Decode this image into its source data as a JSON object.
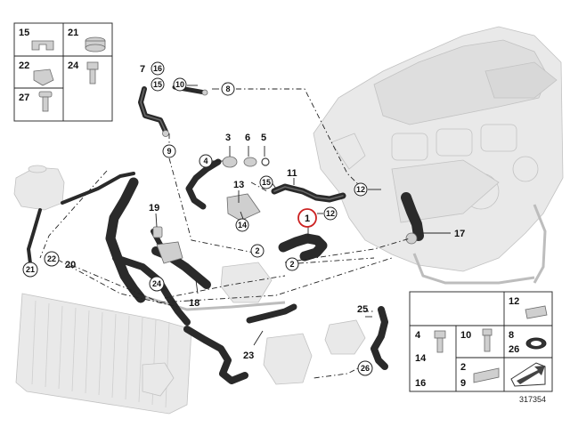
{
  "figure_number": "317354",
  "callouts": {
    "c1": "1",
    "c2a": "2",
    "c2b": "2",
    "c3": "3",
    "c4a": "4",
    "c5": "5",
    "c6": "6",
    "c7": "7",
    "c8a": "8",
    "c9a": "9",
    "c10a": "10",
    "c11": "11",
    "c12a": "12",
    "c12b": "12",
    "c13": "13",
    "c14a": "14",
    "c15a": "15",
    "c15b": "15",
    "c16a": "16",
    "c17": "17",
    "c18": "18",
    "c19": "19",
    "c20": "20",
    "c21a": "21",
    "c22a": "22",
    "c23": "23",
    "c24a": "24",
    "c25": "25",
    "c26a": "26"
  },
  "legend_top_left": {
    "l15": "15",
    "l21": "21",
    "l22": "22",
    "l24": "24",
    "l27": "27"
  },
  "legend_bottom_right": {
    "l12": "12",
    "l4": "4",
    "l14": "14",
    "l16": "16",
    "l10": "10",
    "l8": "8",
    "l26": "26",
    "l2": "2",
    "l9": "9"
  },
  "colors": {
    "highlight": "#cc2222",
    "hose": "#2a2a2a",
    "part": "#cfcfcf",
    "ghost": "#e9e9e9"
  }
}
